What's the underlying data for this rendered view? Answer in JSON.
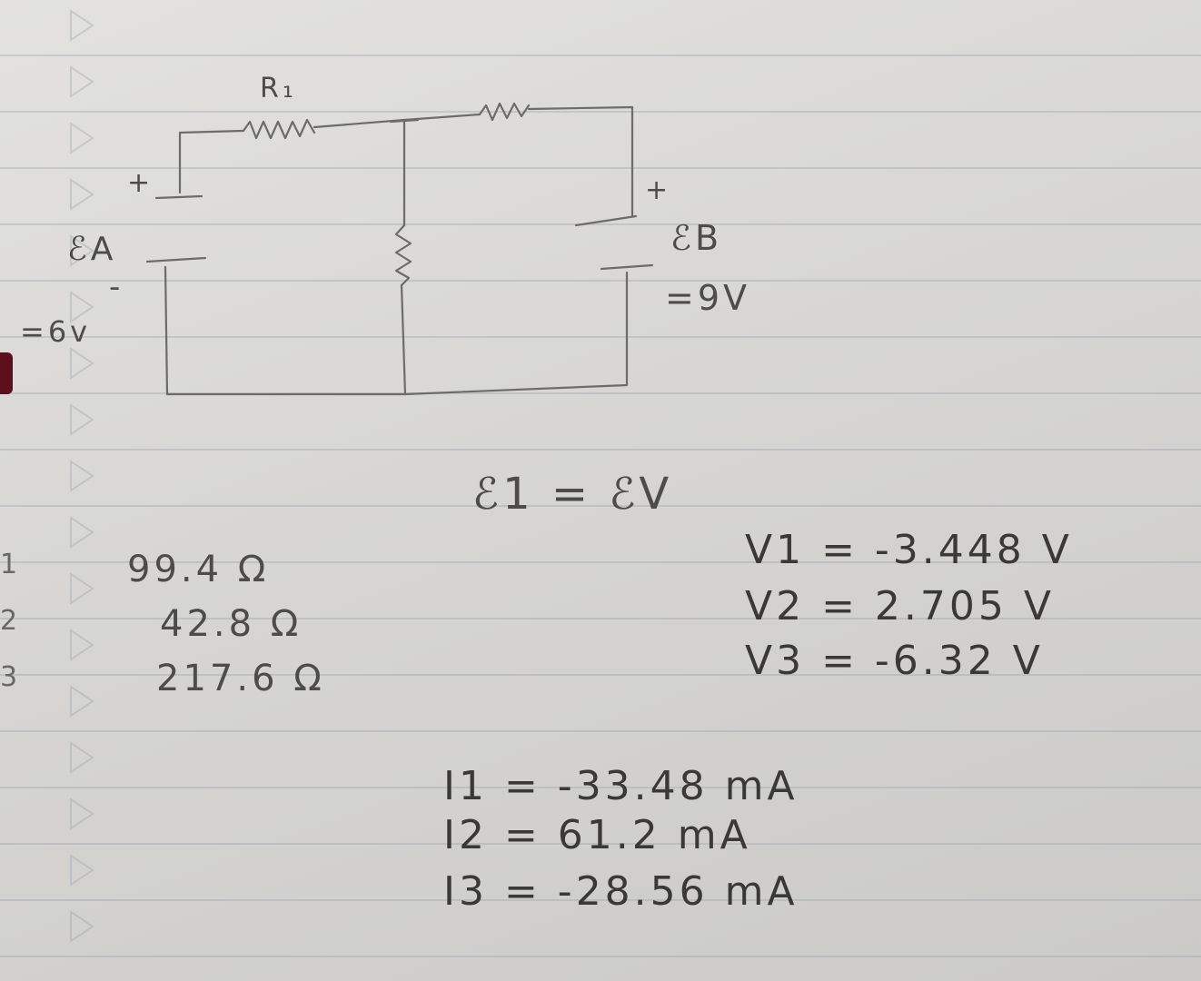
{
  "diagram": {
    "labels": {
      "r1": "R₁",
      "plus_a": "+",
      "emf_a": "ℰA",
      "minus_a": "-",
      "emf_a_value": "=6v",
      "plus_b": "+",
      "emf_b": "ℰB",
      "emf_b_value": "=9V"
    }
  },
  "notes": {
    "e1": "ℰ1 = ℰV",
    "resistors": [
      {
        "index": "1",
        "value": "99.4 Ω"
      },
      {
        "index": "2",
        "value": "42.8 Ω"
      },
      {
        "index": "3",
        "value": "217.6 Ω"
      }
    ],
    "voltages": [
      "V1 = -3.448 V",
      "V2 = 2.705 V",
      "V3 = -6.32 V"
    ],
    "currents": [
      "I1 = -33.48 mA",
      "I2 = 61.2 mA",
      "I3 = -28.56 mA"
    ]
  }
}
